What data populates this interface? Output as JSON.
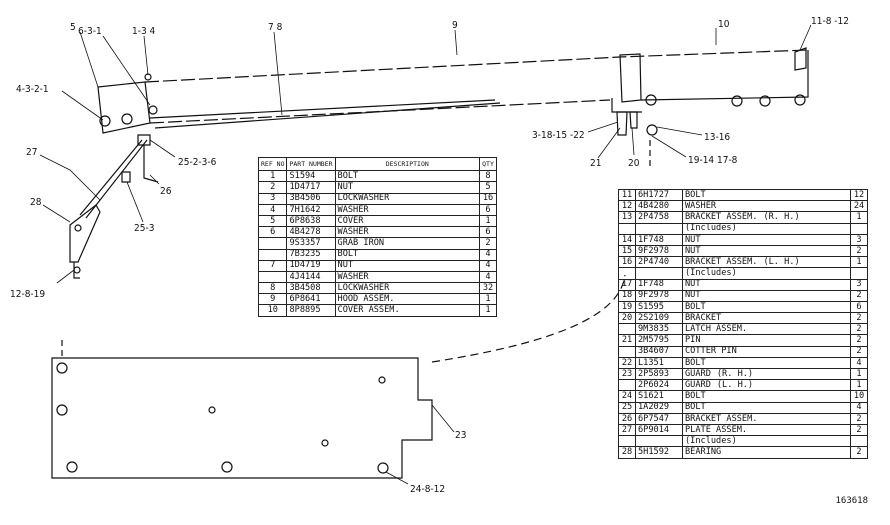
{
  "callouts": {
    "c5": "5",
    "c631": "6-3-1",
    "c134": "1-3 4",
    "c78": "7 8",
    "c9": "9",
    "c10": "10",
    "c11812": "11-8 -12",
    "c4321": "4-3-2-1",
    "c27": "27",
    "c28": "28",
    "c12819": "12-8-19",
    "c25236": "25-2-3-6",
    "c26": "26",
    "c253": "25-3",
    "c3181522": "3-18-15 -22",
    "c21": "21",
    "c20": "20",
    "c1316": "13-16",
    "c1914178": "19-14 17-8",
    "c23": "23",
    "c24812": "24-8-12"
  },
  "table1": {
    "headers": {
      "ref": "REF NO",
      "part": "PART NUMBER",
      "desc": "DESCRIPTION",
      "qty": "QTY"
    },
    "rows": [
      {
        "ref": "1",
        "part": "S1594",
        "desc": "BOLT",
        "qty": "8"
      },
      {
        "ref": "2",
        "part": "1D4717",
        "desc": "NUT",
        "qty": "5"
      },
      {
        "ref": "3",
        "part": "3B4506",
        "desc": "LOCKWASHER",
        "qty": "16"
      },
      {
        "ref": "4",
        "part": "7H1642",
        "desc": "WASHER",
        "qty": "6"
      },
      {
        "ref": "5",
        "part": "6P8638",
        "desc": "COVER",
        "qty": "1"
      },
      {
        "ref": "6",
        "part": "4B4278",
        "desc": "WASHER",
        "qty": "6"
      },
      {
        "ref": "",
        "part": "9S3357",
        "desc": "GRAB IRON",
        "qty": "2"
      },
      {
        "ref": "",
        "part": "7B3235",
        "desc": "BOLT",
        "qty": "4"
      },
      {
        "ref": "7",
        "part": "1D4719",
        "desc": "NUT",
        "qty": "4"
      },
      {
        "ref": "",
        "part": "4J4144",
        "desc": "WASHER",
        "qty": "4"
      },
      {
        "ref": "8",
        "part": "3B4508",
        "desc": "LOCKWASHER",
        "qty": "32"
      },
      {
        "ref": "9",
        "part": "6P8641",
        "desc": "HOOD ASSEM.",
        "qty": "1"
      },
      {
        "ref": "10",
        "part": "8P8895",
        "desc": "COVER ASSEM.",
        "qty": "1"
      }
    ]
  },
  "table2": {
    "rows": [
      {
        "ref": "11",
        "part": "6H1727",
        "desc": "BOLT",
        "note": "",
        "qty": "12"
      },
      {
        "ref": "12",
        "part": "4B4280",
        "desc": "WASHER",
        "note": "",
        "qty": "24"
      },
      {
        "ref": "13",
        "part": "2P4758",
        "desc": "BRACKET ASSEM.",
        "note": "(R. H.)",
        "qty": "1"
      },
      {
        "ref": "",
        "part": "",
        "desc": "(Includes)",
        "note": "",
        "qty": ""
      },
      {
        "ref": "14",
        "part": "1F748",
        "desc": "NUT",
        "note": "",
        "qty": "3"
      },
      {
        "ref": "15",
        "part": "9F2978",
        "desc": "NUT",
        "note": "",
        "qty": "2"
      },
      {
        "ref": "16",
        "part": "2P4740",
        "desc": "BRACKET ASSEM.",
        "note": "(L. H.)",
        "qty": "1"
      },
      {
        "ref": "",
        "part": "",
        "desc": "(Includes)",
        "note": "",
        "qty": ""
      },
      {
        "ref": "17",
        "part": "1F748",
        "desc": "NUT",
        "note": "",
        "qty": "3"
      },
      {
        "ref": "18",
        "part": "9F2978",
        "desc": "NUT",
        "note": "",
        "qty": "2"
      },
      {
        "ref": "19",
        "part": "S1595",
        "desc": "BOLT",
        "note": "",
        "qty": "6"
      },
      {
        "ref": "20",
        "part": "2S2109",
        "desc": "BRACKET",
        "note": "",
        "qty": "2"
      },
      {
        "ref": "",
        "part": "9M3835",
        "desc": "LATCH ASSEM.",
        "note": "",
        "qty": "2"
      },
      {
        "ref": "21",
        "part": "2M5795",
        "desc": "PIN",
        "note": "",
        "qty": "2"
      },
      {
        "ref": "",
        "part": "3B4607",
        "desc": "COTTER PIN",
        "note": "",
        "qty": "2"
      },
      {
        "ref": "22",
        "part": "L1351",
        "desc": "BOLT",
        "note": "",
        "qty": "4"
      },
      {
        "ref": "23",
        "part": "2P5893",
        "desc": "GUARD",
        "note": "(R. H.)",
        "qty": "1"
      },
      {
        "ref": "",
        "part": "2P6024",
        "desc": "GUARD",
        "note": "(L. H.)",
        "qty": "1"
      },
      {
        "ref": "24",
        "part": "S1621",
        "desc": "BOLT",
        "note": "",
        "qty": "10"
      },
      {
        "ref": "25",
        "part": "1A2029",
        "desc": "BOLT",
        "note": "",
        "qty": "4"
      },
      {
        "ref": "26",
        "part": "6P7547",
        "desc": "BRACKET ASSEM.",
        "note": "",
        "qty": "2"
      },
      {
        "ref": "27",
        "part": "6P9014",
        "desc": "PLATE ASSEM.",
        "note": "",
        "qty": "2"
      },
      {
        "ref": "",
        "part": "",
        "desc": "(Includes)",
        "note": "",
        "qty": ""
      },
      {
        "ref": "28",
        "part": "5H1592",
        "desc": "BEARING",
        "note": "",
        "qty": "2"
      }
    ]
  },
  "figure_number": "163618"
}
